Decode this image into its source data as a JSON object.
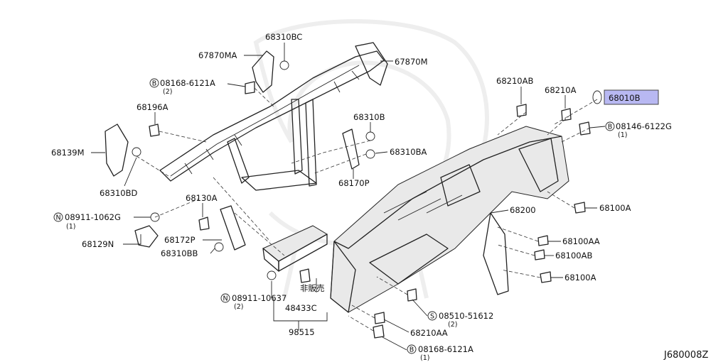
{
  "labels": {
    "p68310BC": "68310BC",
    "p67870MA": "67870MA",
    "p67870M": "67870M",
    "b08168_top": "08168-6121A",
    "b08168_top_q": "(2)",
    "p68196A": "68196A",
    "p68139M": "68139M",
    "p68310BD": "68310BD",
    "p68310B": "68310B",
    "p68310BA": "68310BA",
    "p68170P": "68170P",
    "p68210AB": "68210AB",
    "p68210A": "68210A",
    "p68010B": "68010B",
    "b08146": "08146-6122G",
    "b08146_q": "(1)",
    "p68200": "68200",
    "p68100A_1": "68100A",
    "p68100AA": "68100AA",
    "p68100AB": "68100AB",
    "p68100A_2": "68100A",
    "n08911_1062": "08911-1062G",
    "n08911_1062_q": "(1)",
    "p68130A": "68130A",
    "p68129N": "68129N",
    "p68172P": "68172P",
    "p68310BB": "68310BB",
    "hanbai": "非販売",
    "n08911_10637": "08911-10637",
    "n08911_10637_q": "(2)",
    "p48433C": "48433C",
    "p98515": "98515",
    "s08510": "08510-51612",
    "s08510_q": "(2)",
    "p68210AA": "68210AA",
    "b08168_bot": "08168-6121A",
    "b08168_bot_q": "(1)",
    "diagram_id": "J680008Z"
  },
  "prefix": {
    "B": "B",
    "N": "N",
    "S": "S"
  },
  "highlight_color": "#b8b8f2"
}
